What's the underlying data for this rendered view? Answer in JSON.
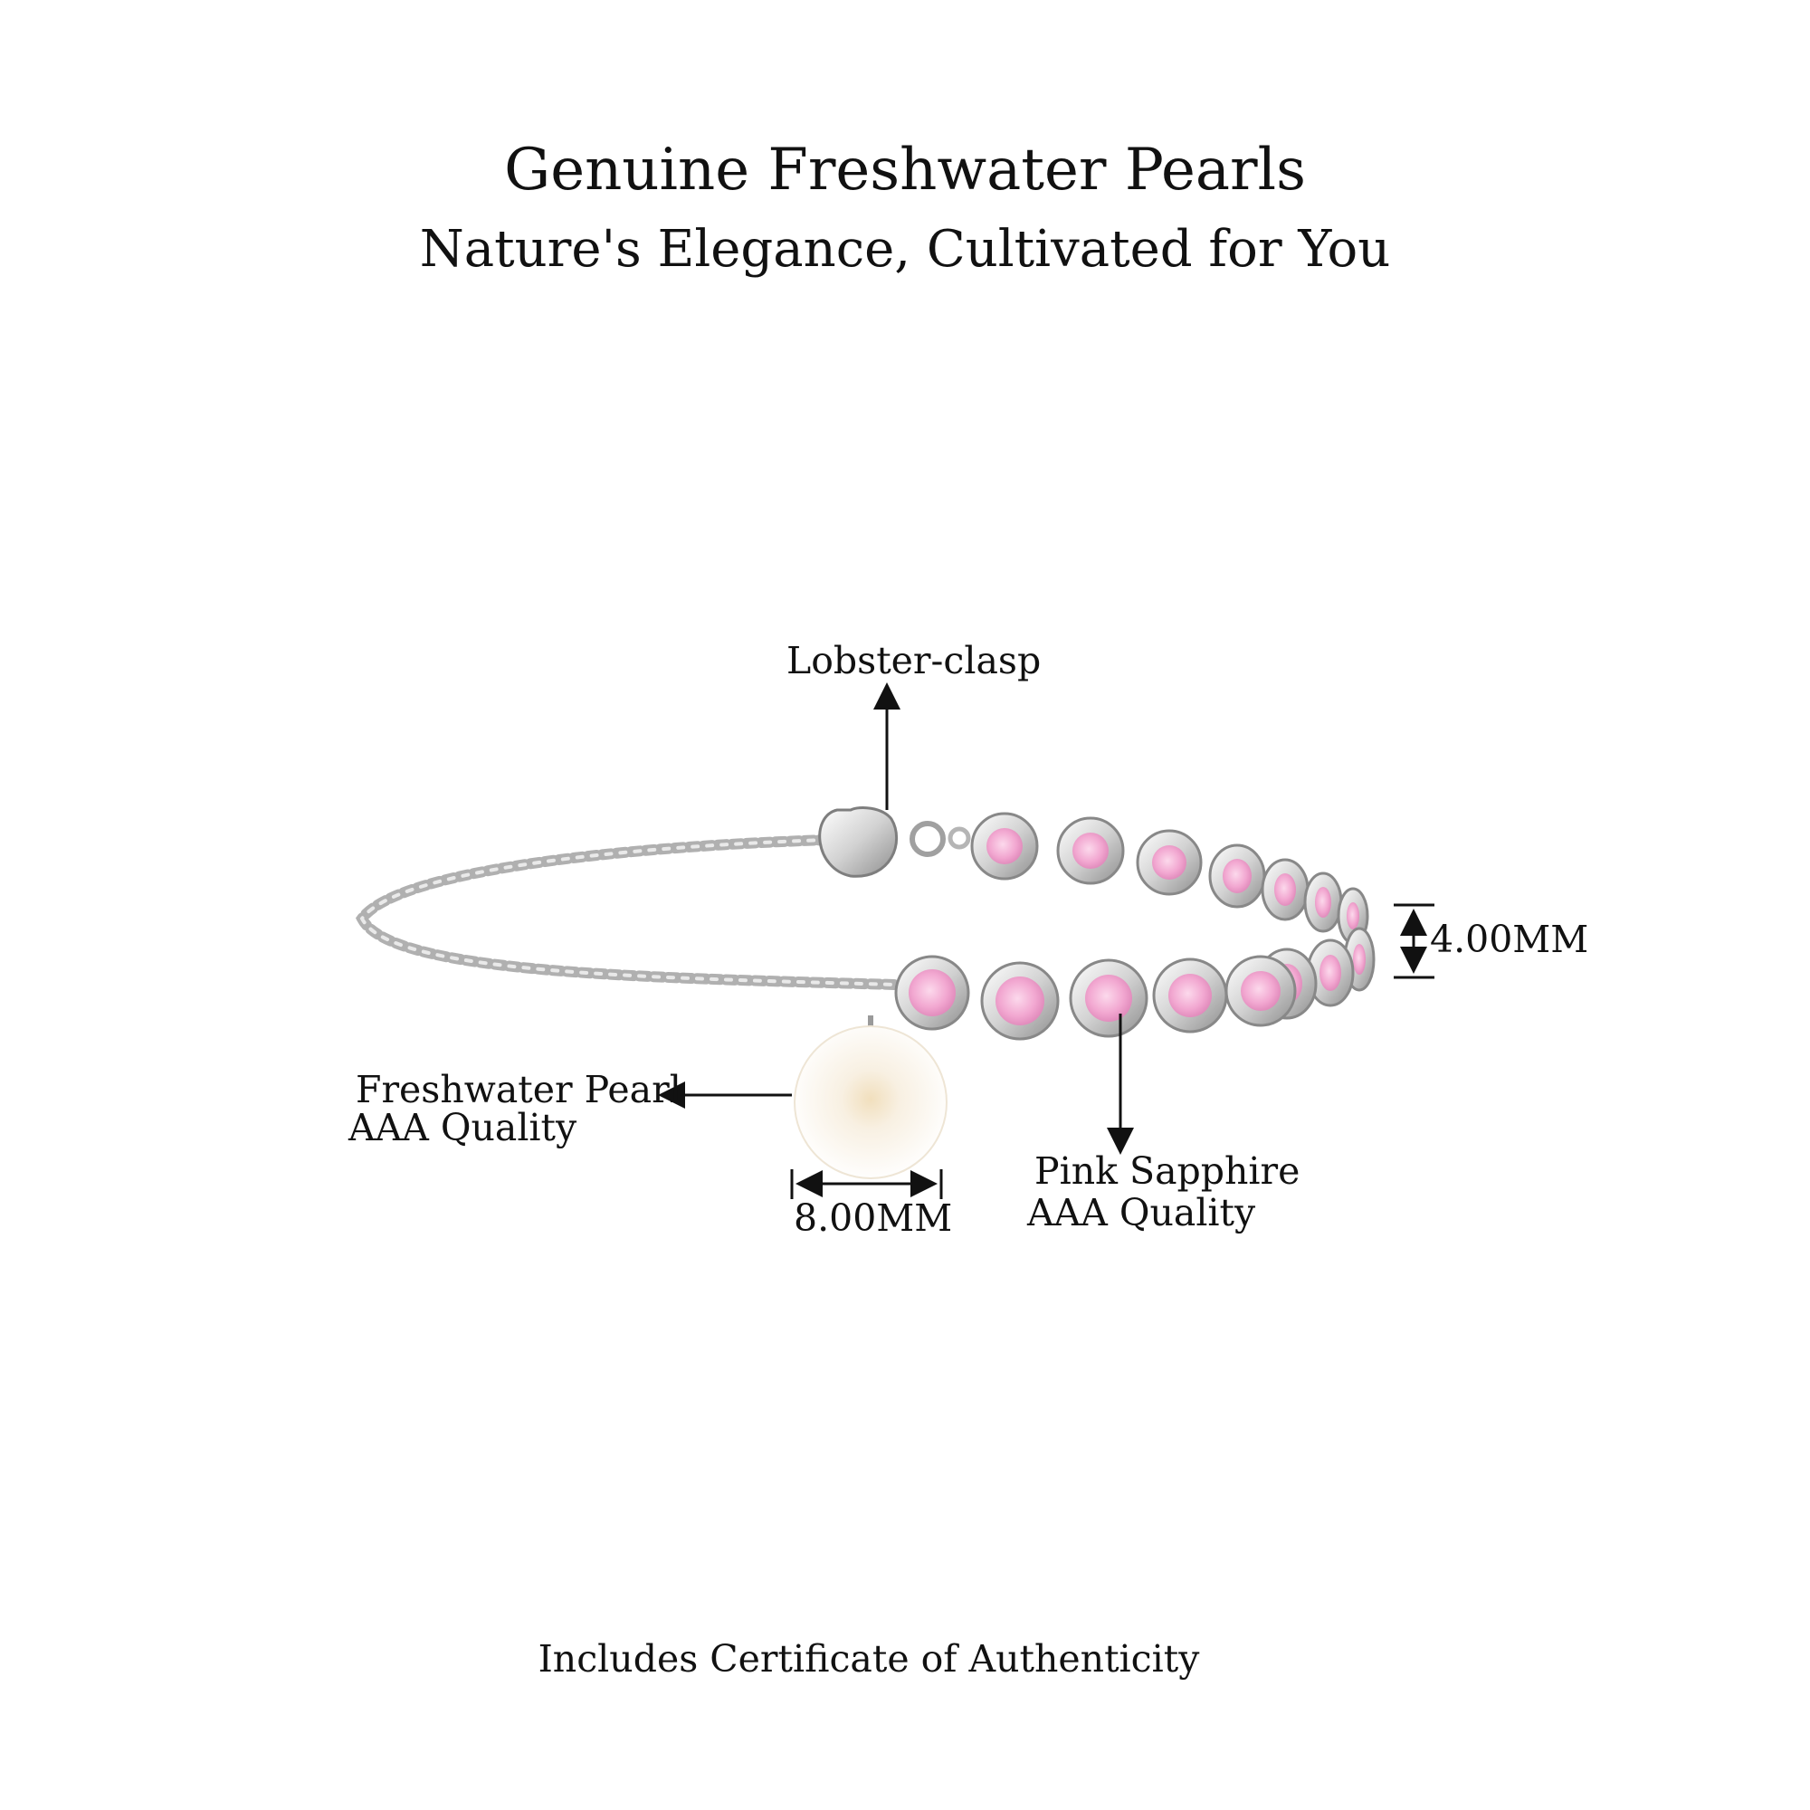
{
  "header": {
    "title": "Genuine Freshwater Pearls",
    "subtitle": "Nature's Elegance, Cultivated for You"
  },
  "callouts": {
    "clasp": "Lobster-clasp",
    "pearl_name": "Freshwater Pearl",
    "pearl_quality": "AAA Quality",
    "pearl_size": "8.00MM",
    "sapphire_name": "Pink Sapphire",
    "sapphire_quality": "AAA Quality",
    "stone_size": "4.00MM"
  },
  "footer": {
    "text": "Includes Certificate of Authenticity"
  },
  "colors": {
    "metal": "#d8d8d8",
    "metal_dark": "#9a9a9a",
    "sapphire": "#f0a6cf",
    "sapphire_light": "#fbd6ea",
    "pearl": "#fbf7ef",
    "pearl_core": "#f2e4c6",
    "ink": "#111111"
  }
}
